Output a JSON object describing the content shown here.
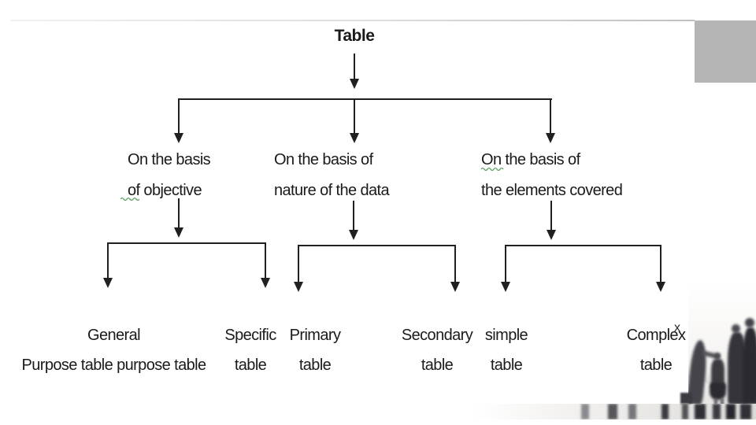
{
  "colors": {
    "connector": "#202020",
    "text": "#1a1a1a",
    "spellcheck_squiggle": "#57a05f",
    "corner_box": "#b5b5b5",
    "top_rule": "#c6c6c6"
  },
  "diagram": {
    "root": "Table",
    "branches": [
      {
        "line1": "On the basis",
        "line2": "of objective"
      },
      {
        "line1": "On the basis of",
        "line2": "nature of the data"
      },
      {
        "line1": "On the basis of",
        "line2": "the elements covered"
      }
    ],
    "leaves": [
      {
        "line1": "General",
        "line2": "Purpose table purpose table"
      },
      {
        "line1": "Specific",
        "line2": "table"
      },
      {
        "line1": "Primary",
        "line2": "table"
      },
      {
        "line1": "Secondary",
        "line2": "table"
      },
      {
        "line1": "simple",
        "line2": "table"
      },
      {
        "line1": "Complex",
        "line2": "table"
      }
    ]
  },
  "stray_mark": "x"
}
